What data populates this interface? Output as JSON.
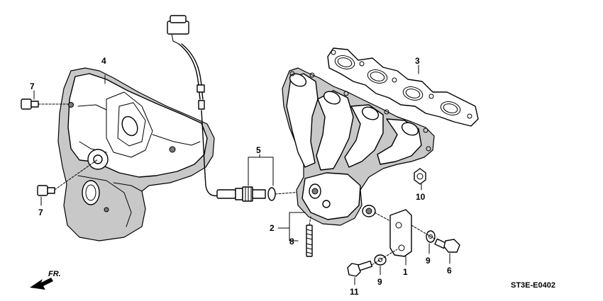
{
  "callouts": {
    "c1": "1",
    "c2": "2",
    "c3": "3",
    "c4": "4",
    "c5": "5",
    "c6": "6",
    "c7a": "7",
    "c7b": "7",
    "c8": "8",
    "c9a": "9",
    "c9b": "9",
    "c10": "10",
    "c11": "11"
  },
  "front_arrow_label": "FR.",
  "diagram_code": "ST3E-E0402"
}
